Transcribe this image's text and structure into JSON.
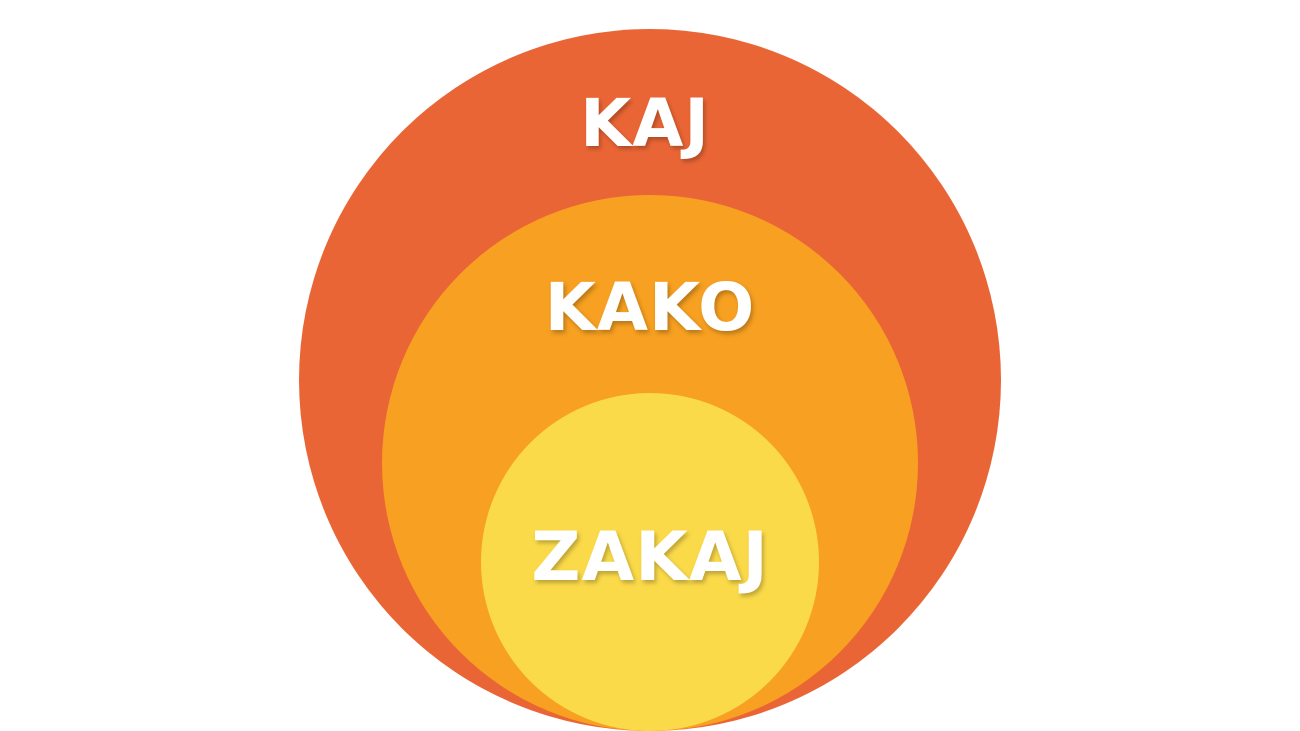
{
  "diagram": {
    "outer": {
      "label": "KAJ",
      "color": "#EA6535"
    },
    "middle": {
      "label": "KAKO",
      "color": "#F7A021"
    },
    "inner": {
      "label": "ZAKAJ",
      "color": "#FBDA49"
    },
    "text_color": "#FFFFFF"
  }
}
